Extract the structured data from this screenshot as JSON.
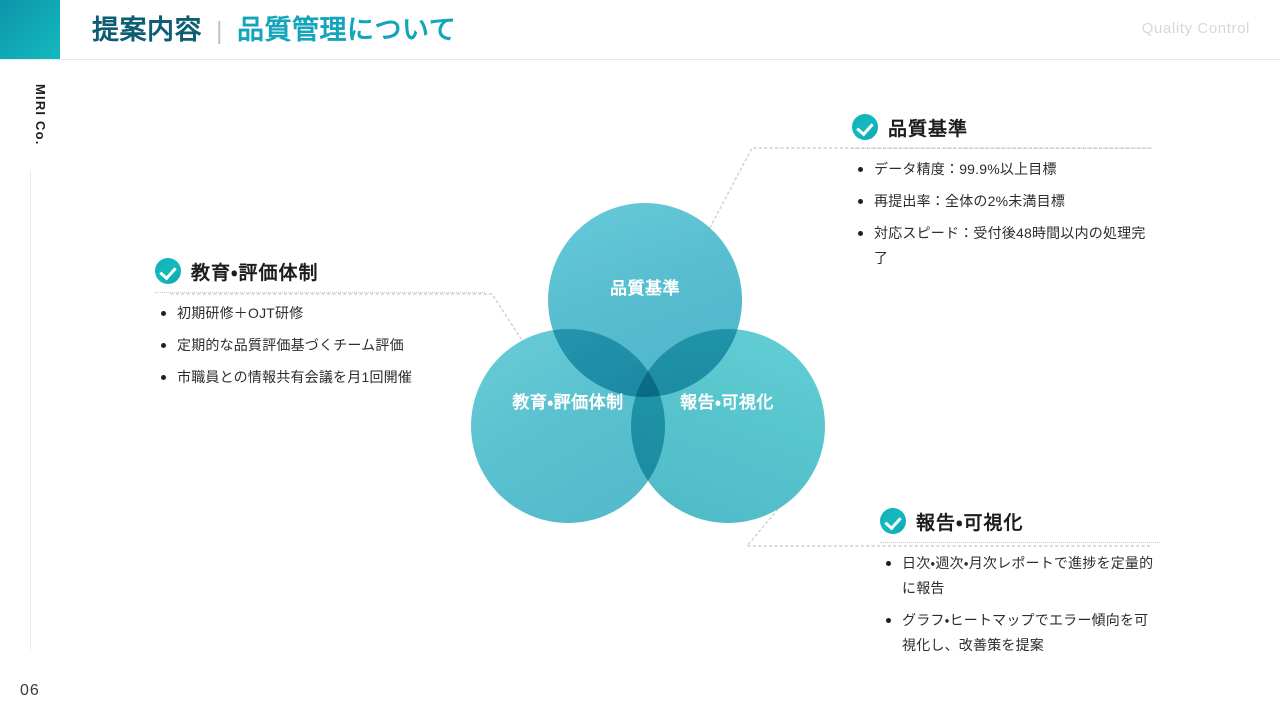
{
  "header": {
    "title_main": "提案内容",
    "title_separator": "|",
    "title_sub": "品質管理について",
    "eyebrow": "Quality Control"
  },
  "rail": {
    "brand": "MIRI Co.",
    "page_number": "06"
  },
  "venn": {
    "circles": [
      {
        "id": "quality",
        "label": "品質基準",
        "color": "#3fb4c9"
      },
      {
        "id": "training",
        "label": "教育・評価\n体制",
        "color": "#42b8c8"
      },
      {
        "id": "reporting",
        "label": "報告・可視\n化",
        "color": "#3fbcc6"
      }
    ],
    "label_quality": "品質基準",
    "label_training": "教育・評価体制",
    "label_reporting": "報告・可視化"
  },
  "callouts": [
    {
      "id": "quality",
      "icon": "check-circle-icon",
      "title": "品質基準",
      "items": [
        "データ精度：99.9%以上目標",
        "再提出率：全体の2%未満目標",
        "対応スピード：受付後48時間以内の処理完了"
      ]
    },
    {
      "id": "training",
      "icon": "check-circle-icon",
      "title": "教育・評価体制",
      "items": [
        "初期研修＋OJT研修",
        "定期的な品質評価基づくチーム評価",
        "市職員との情報共有会議を月1回開催"
      ]
    },
    {
      "id": "reporting",
      "icon": "check-circle-icon",
      "title": "報告・可視化",
      "items": [
        "日次・週次・月次レポートで進捗を定量的に報告",
        "グラフ・ヒートマップでエラー傾向を可視化し、改善策を提案"
      ]
    }
  ],
  "colors": {
    "accent_dark": "#0d5e72",
    "accent": "#13a5bb",
    "teal": "#3fb4c9",
    "icon_teal": "#12b9bd",
    "eyebrow_gray": "#d3d8db",
    "dotted_gray": "#c9c9c9"
  }
}
